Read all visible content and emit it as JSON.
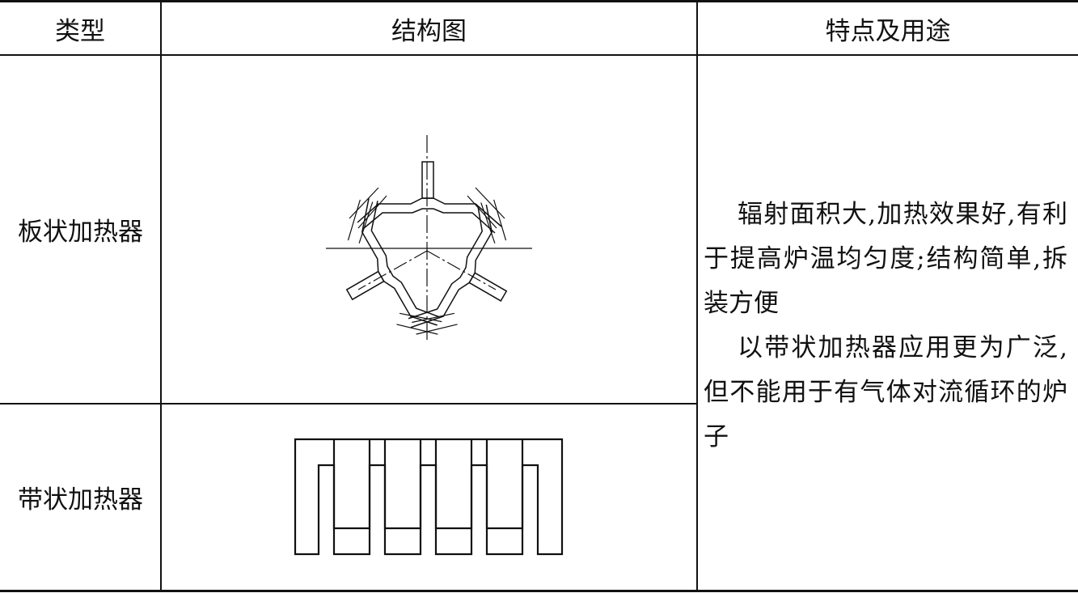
{
  "table": {
    "headers": [
      "类型",
      "结构图",
      "特点及用途"
    ],
    "rows": [
      {
        "type": "板状加热器"
      },
      {
        "type": "带状加热器"
      }
    ],
    "description": [
      "辐射面积大,加热效果好,有利于提高炉温均匀度;结构简单,拆装方便",
      "以带状加热器应用更为广泛,但不能用于有气体对流循环的炉子"
    ]
  },
  "colors": {
    "line": "#111111",
    "background": "#ffffff"
  }
}
